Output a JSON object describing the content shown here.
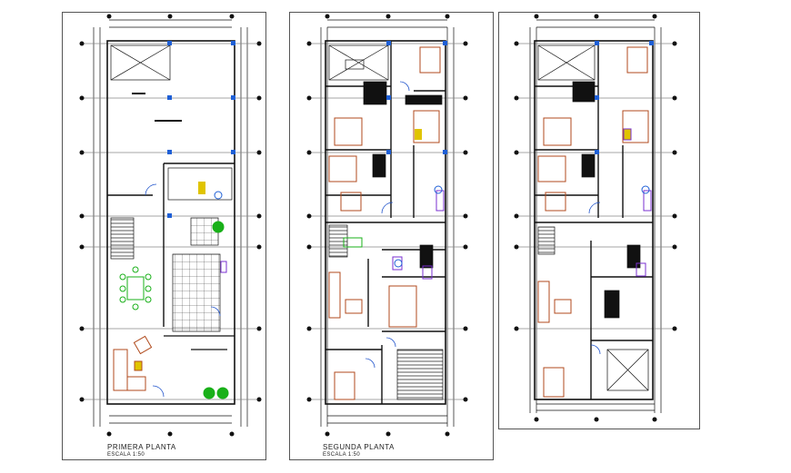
{
  "plans": [
    {
      "title": "PRIMERA PLANTA",
      "scale": "ESCALA 1:50"
    },
    {
      "title": "SEGUNDA PLANTA",
      "scale": "ESCALA 1:50"
    },
    {
      "title": "",
      "scale": ""
    }
  ],
  "colors": {
    "wall": "#111111",
    "furniture": "#b04a1c",
    "column": "#1e5fd6",
    "plants": "#19b019",
    "sanitary": "#7a2fd0",
    "kitchen": "#e0c400",
    "door_arc": "#2255cc"
  }
}
